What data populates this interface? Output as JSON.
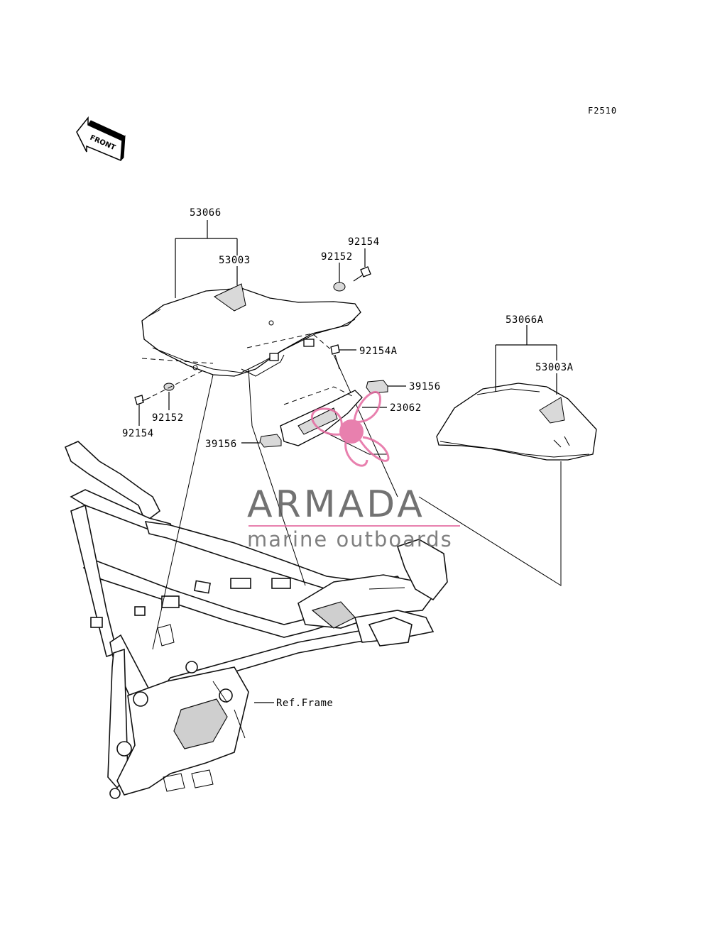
{
  "figure_code": "F2510",
  "front_arrow_label": "FRONT",
  "parts": {
    "p53066": "53066",
    "p53003": "53003",
    "p92154_top": "92154",
    "p92152_top": "92152",
    "p92154A": "92154A",
    "p39156_right": "39156",
    "p23062": "23062",
    "p39156_left": "39156",
    "p92152_bottom": "92152",
    "p92154_bottom": "92154",
    "p53066A": "53066A",
    "p53003A": "53003A",
    "ref_frame": "Ref.Frame"
  },
  "watermark": {
    "title": "ARMADA",
    "subtitle": "marine outboards",
    "accent_color": "#e46aa0",
    "text_color": "#5a5a5a"
  }
}
